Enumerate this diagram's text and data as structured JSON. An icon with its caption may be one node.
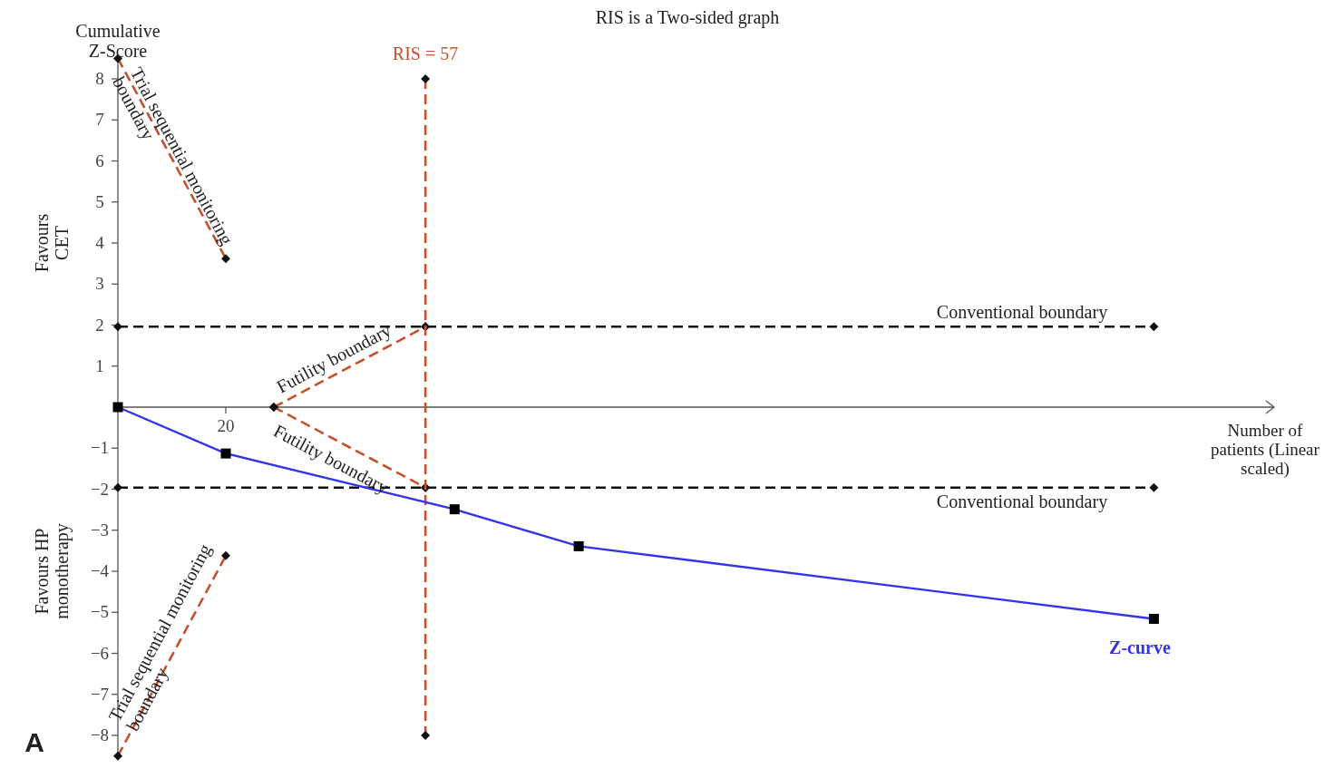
{
  "diagram": {
    "title": "RIS is a Two-sided graph",
    "labels": [
      "Cumulative Z-Score",
      "RIS = 57",
      "8",
      "Trial sequential monitoring boundary",
      "7",
      "6",
      "5",
      "4",
      "Favours CET",
      "3",
      "Conventional boundary",
      "2",
      "Futility boundary",
      "1",
      "20",
      "Futility boundary",
      "Number of patients (Linear scaled)",
      "−1",
      "−2",
      "Conventional boundary",
      "−3",
      "Trial sequential monitoring boundary",
      "−4",
      "Favours HP monotherapy",
      "−5",
      "Z-curve",
      "−6",
      "−7",
      "−8",
      "A"
    ]
  }
}
